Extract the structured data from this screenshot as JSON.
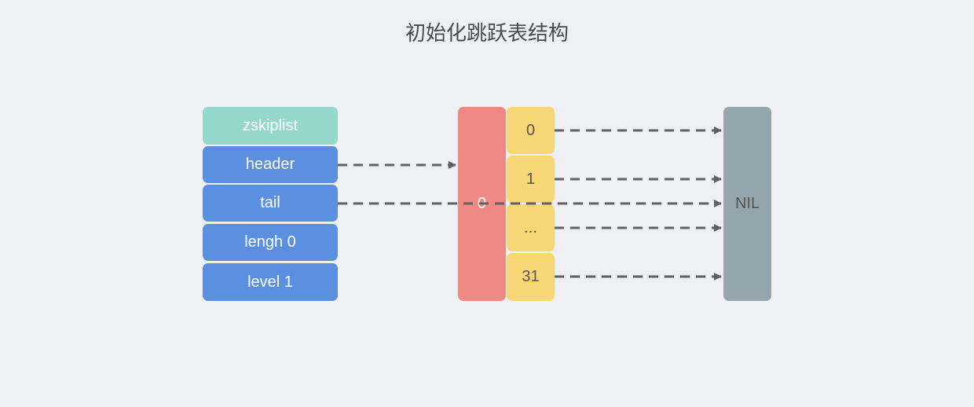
{
  "title": "初始化跳跃表结构",
  "zskiplist": {
    "name": "zskiplist",
    "fields": [
      "header",
      "tail",
      "lengh 0",
      "level 1"
    ]
  },
  "header_node": {
    "score": "0",
    "levels": [
      "0",
      "1",
      "...",
      "31"
    ]
  },
  "nil_label": "NIL",
  "colors": {
    "zskiplist": "#93d8cb",
    "field": "#5b8fdf",
    "node": "#f08984",
    "level": "#f8d676",
    "nil": "#94a5ae",
    "arrow": "#5f6068"
  }
}
